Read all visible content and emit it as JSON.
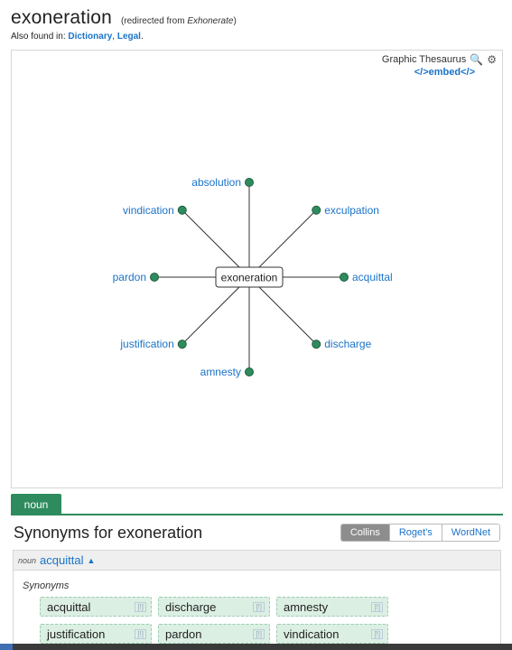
{
  "page": {
    "title": "exoneration",
    "redirect_prefix": "(redirected from ",
    "redirect_word": "Exhonerate",
    "redirect_suffix": ")",
    "also_found_prefix": "Also found in: ",
    "also_found_links": [
      "Dictionary",
      "Legal"
    ],
    "also_found_sep": ", ",
    "also_found_end": "."
  },
  "graph": {
    "label": "Graphic Thesaurus",
    "embed_label": "</>embed</>",
    "icons": [
      "search-icon",
      "gear-icon"
    ],
    "center": "exoneration",
    "nodes": [
      {
        "word": "absolution",
        "dir": "n"
      },
      {
        "word": "exculpation",
        "dir": "ne"
      },
      {
        "word": "acquittal",
        "dir": "e"
      },
      {
        "word": "discharge",
        "dir": "se"
      },
      {
        "word": "amnesty",
        "dir": "s"
      },
      {
        "word": "justification",
        "dir": "sw"
      },
      {
        "word": "pardon",
        "dir": "w"
      },
      {
        "word": "vindication",
        "dir": "nw"
      }
    ],
    "colors": {
      "node": "#2e8b5d",
      "link": "#1a73c9",
      "edge": "#333333"
    }
  },
  "tabs": [
    {
      "label": "noun",
      "active": true
    }
  ],
  "synonyms": {
    "heading": "Synonyms for exoneration",
    "sources": [
      {
        "label": "Collins",
        "active": true
      },
      {
        "label": "Roget's",
        "active": false
      },
      {
        "label": "WordNet",
        "active": false
      }
    ],
    "sense": {
      "pos": "noun",
      "word": "acquittal",
      "arrow": "▲",
      "section_label": "Synonyms",
      "flag": "[!]",
      "items": [
        "acquittal",
        "discharge",
        "amnesty",
        "justification",
        "pardon",
        "vindication"
      ]
    }
  }
}
